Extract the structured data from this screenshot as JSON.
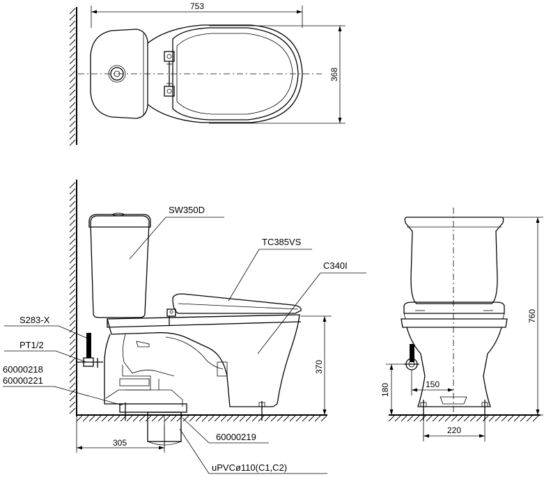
{
  "dimensions": {
    "top_length": "753",
    "top_width": "368",
    "side_height": "370",
    "side_rough_in": "305",
    "front_height": "760",
    "front_inlet_height": "180",
    "front_inlet_offset": "150",
    "front_bolt_spacing": "220"
  },
  "labels": {
    "tank": "SW350D",
    "seat": "TC385VS",
    "bowl": "C340I",
    "stop_valve": "S283-X",
    "thread": "PT1/2",
    "part_a": "60000218",
    "part_b": "60000221",
    "flange": "60000219",
    "pipe": "uPVCø110(C1,C2)"
  },
  "colors": {
    "line": "#000000",
    "background": "#ffffff"
  }
}
